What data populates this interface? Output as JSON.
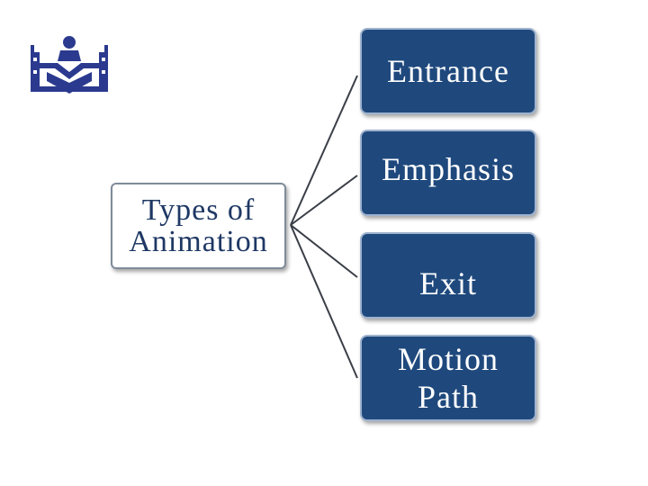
{
  "diagram": {
    "root": {
      "label": "Types of\nAnimation"
    },
    "children": [
      {
        "label": "Entrance"
      },
      {
        "label": "Emphasis"
      },
      {
        "label": "Exit"
      },
      {
        "label": "Motion\nPath"
      }
    ]
  },
  "colors": {
    "node_fill": "#1f497d",
    "node_text": "#ffffff",
    "root_text": "#1f3864",
    "connector": "#3a3f47",
    "logo": "#2b3a8f"
  },
  "logo": {
    "icon": "reading-figure-emblem-icon"
  }
}
